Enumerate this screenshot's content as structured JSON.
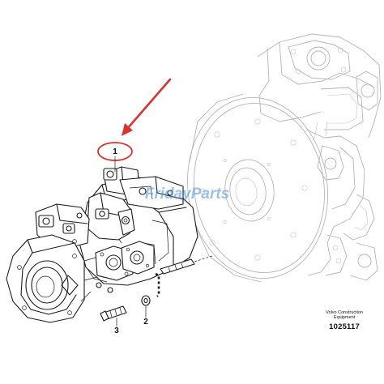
{
  "watermark": {
    "text": "FridayParts"
  },
  "callouts": [
    {
      "id": "1",
      "label": "1"
    },
    {
      "id": "2",
      "label": "2"
    },
    {
      "id": "3",
      "label": "3"
    }
  ],
  "info_block": {
    "line1": "Volvo Construction",
    "line2": "Equipment",
    "figure_number": "1025117"
  },
  "colors": {
    "arrow": "#d9332e",
    "highlight_circle": "#d9332e",
    "watermark": "#4a90d9",
    "outline": "#1c1c1c",
    "background_drawing": "#b5b5b5"
  }
}
